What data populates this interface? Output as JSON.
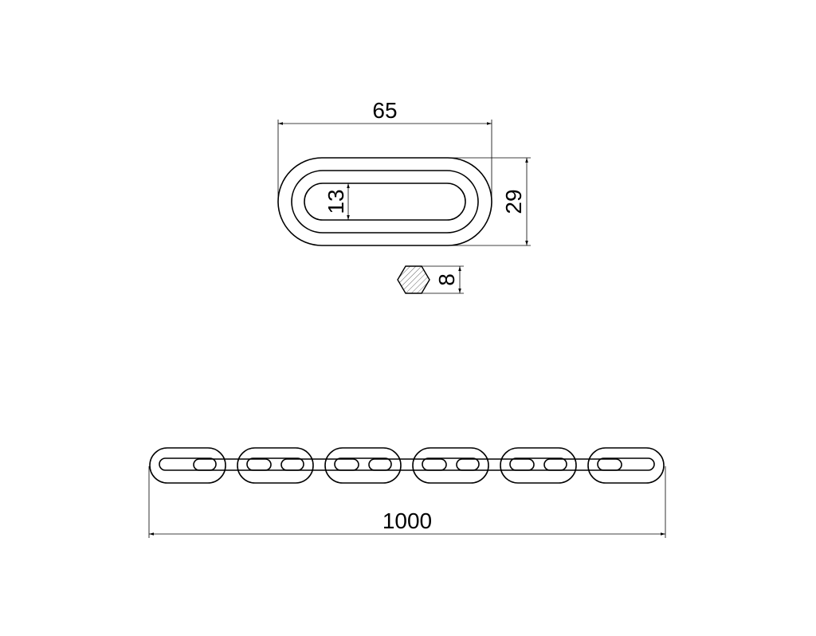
{
  "dimensions": {
    "link_length": "65",
    "link_width": "29",
    "inner_width": "13",
    "wire_diameter": "8",
    "chain_length": "1000"
  },
  "chain": {
    "flat_links": 6,
    "side_links": 5
  },
  "colors": {
    "line": "#000000",
    "background": "#ffffff"
  }
}
